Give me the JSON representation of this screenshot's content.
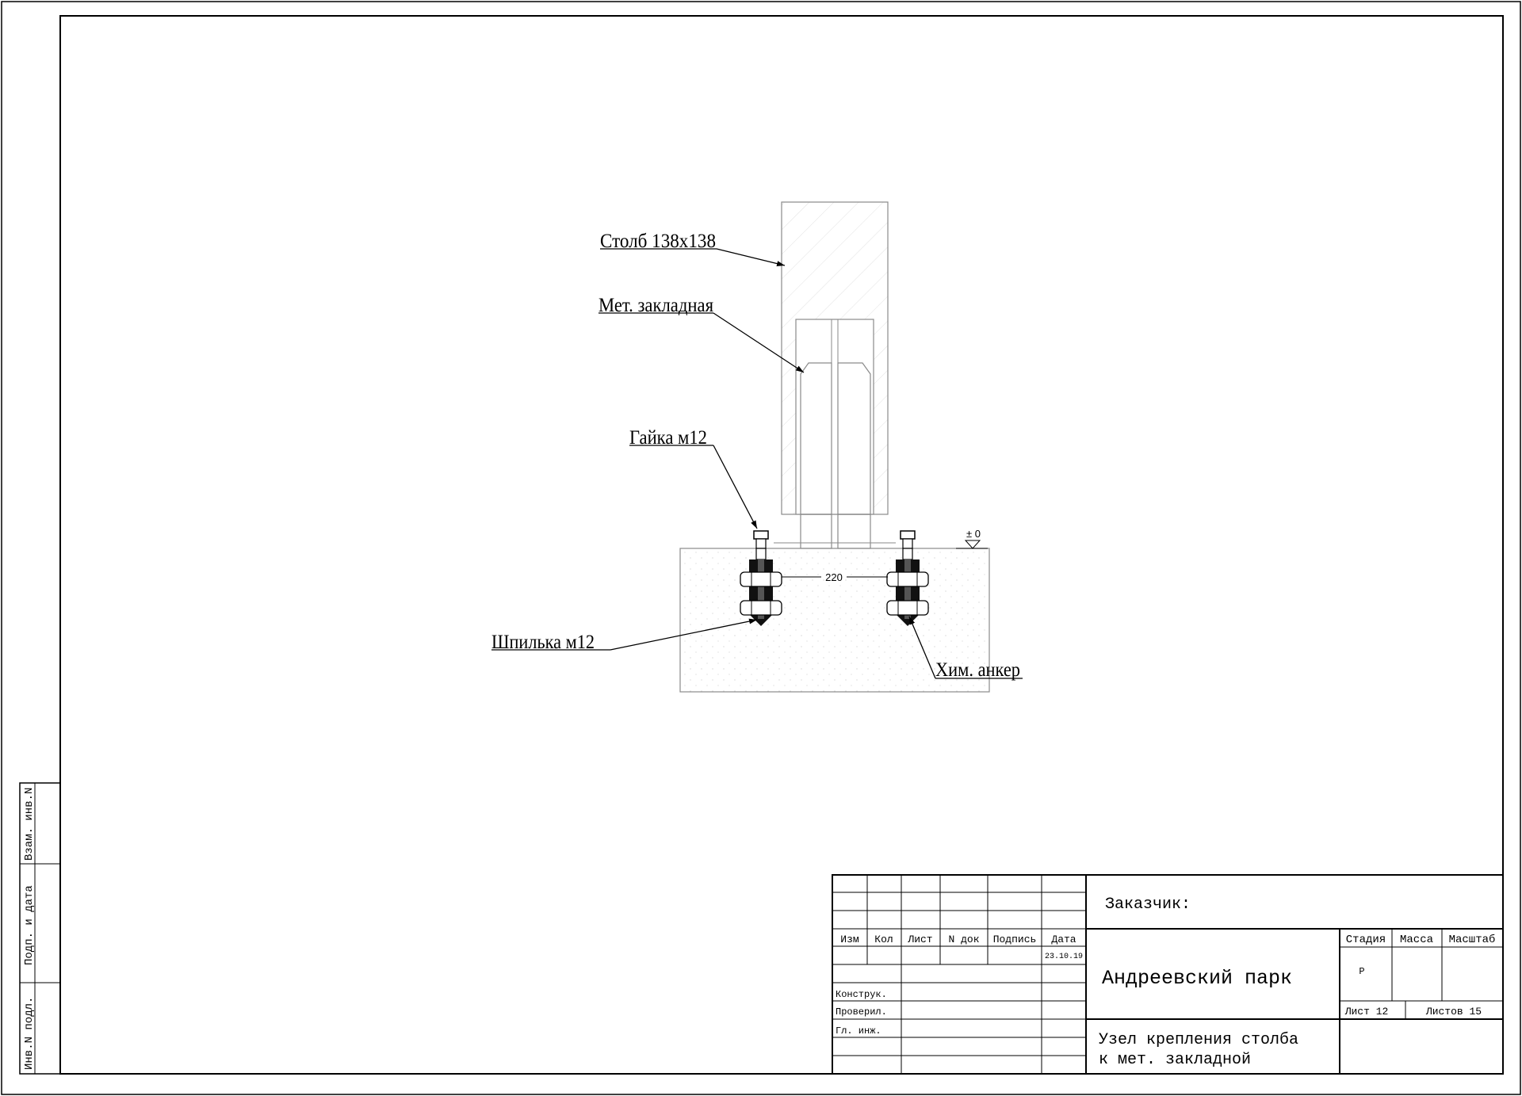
{
  "callouts": {
    "post": "Столб 138х138",
    "embed": "Мет. закладная",
    "nut": "Гайка м12",
    "stud": "Шпилька м12",
    "anchor": "Хим. анкер"
  },
  "dimension": {
    "spacing": "220",
    "level_mark": "± 0"
  },
  "side_strip": {
    "inv_orig": "Инв.N подл.",
    "sign_date": "Подп. и дата",
    "replaced_inv": "Взам. инв.N"
  },
  "title_block": {
    "headers": {
      "izm": "Изм",
      "kol": "Кол",
      "list": "Лист",
      "ndok": "N док",
      "podpis": "Подпись",
      "data": "Дата"
    },
    "date_value": "23.10.19",
    "roles": {
      "design": "Конструк.",
      "check": "Проверил.",
      "chief": "Гл. инж."
    },
    "customer_label": "Заказчик:",
    "project": "Андреевский парк",
    "drawing_title_line1": "Узел крепления столба",
    "drawing_title_line2": "к мет. закладной",
    "stage_label": "Стадия",
    "mass_label": "Масса",
    "scale_label": "Масштаб",
    "stage_value": "Р",
    "sheet_label": "Лист 12",
    "sheets_label": "Листов 15"
  }
}
